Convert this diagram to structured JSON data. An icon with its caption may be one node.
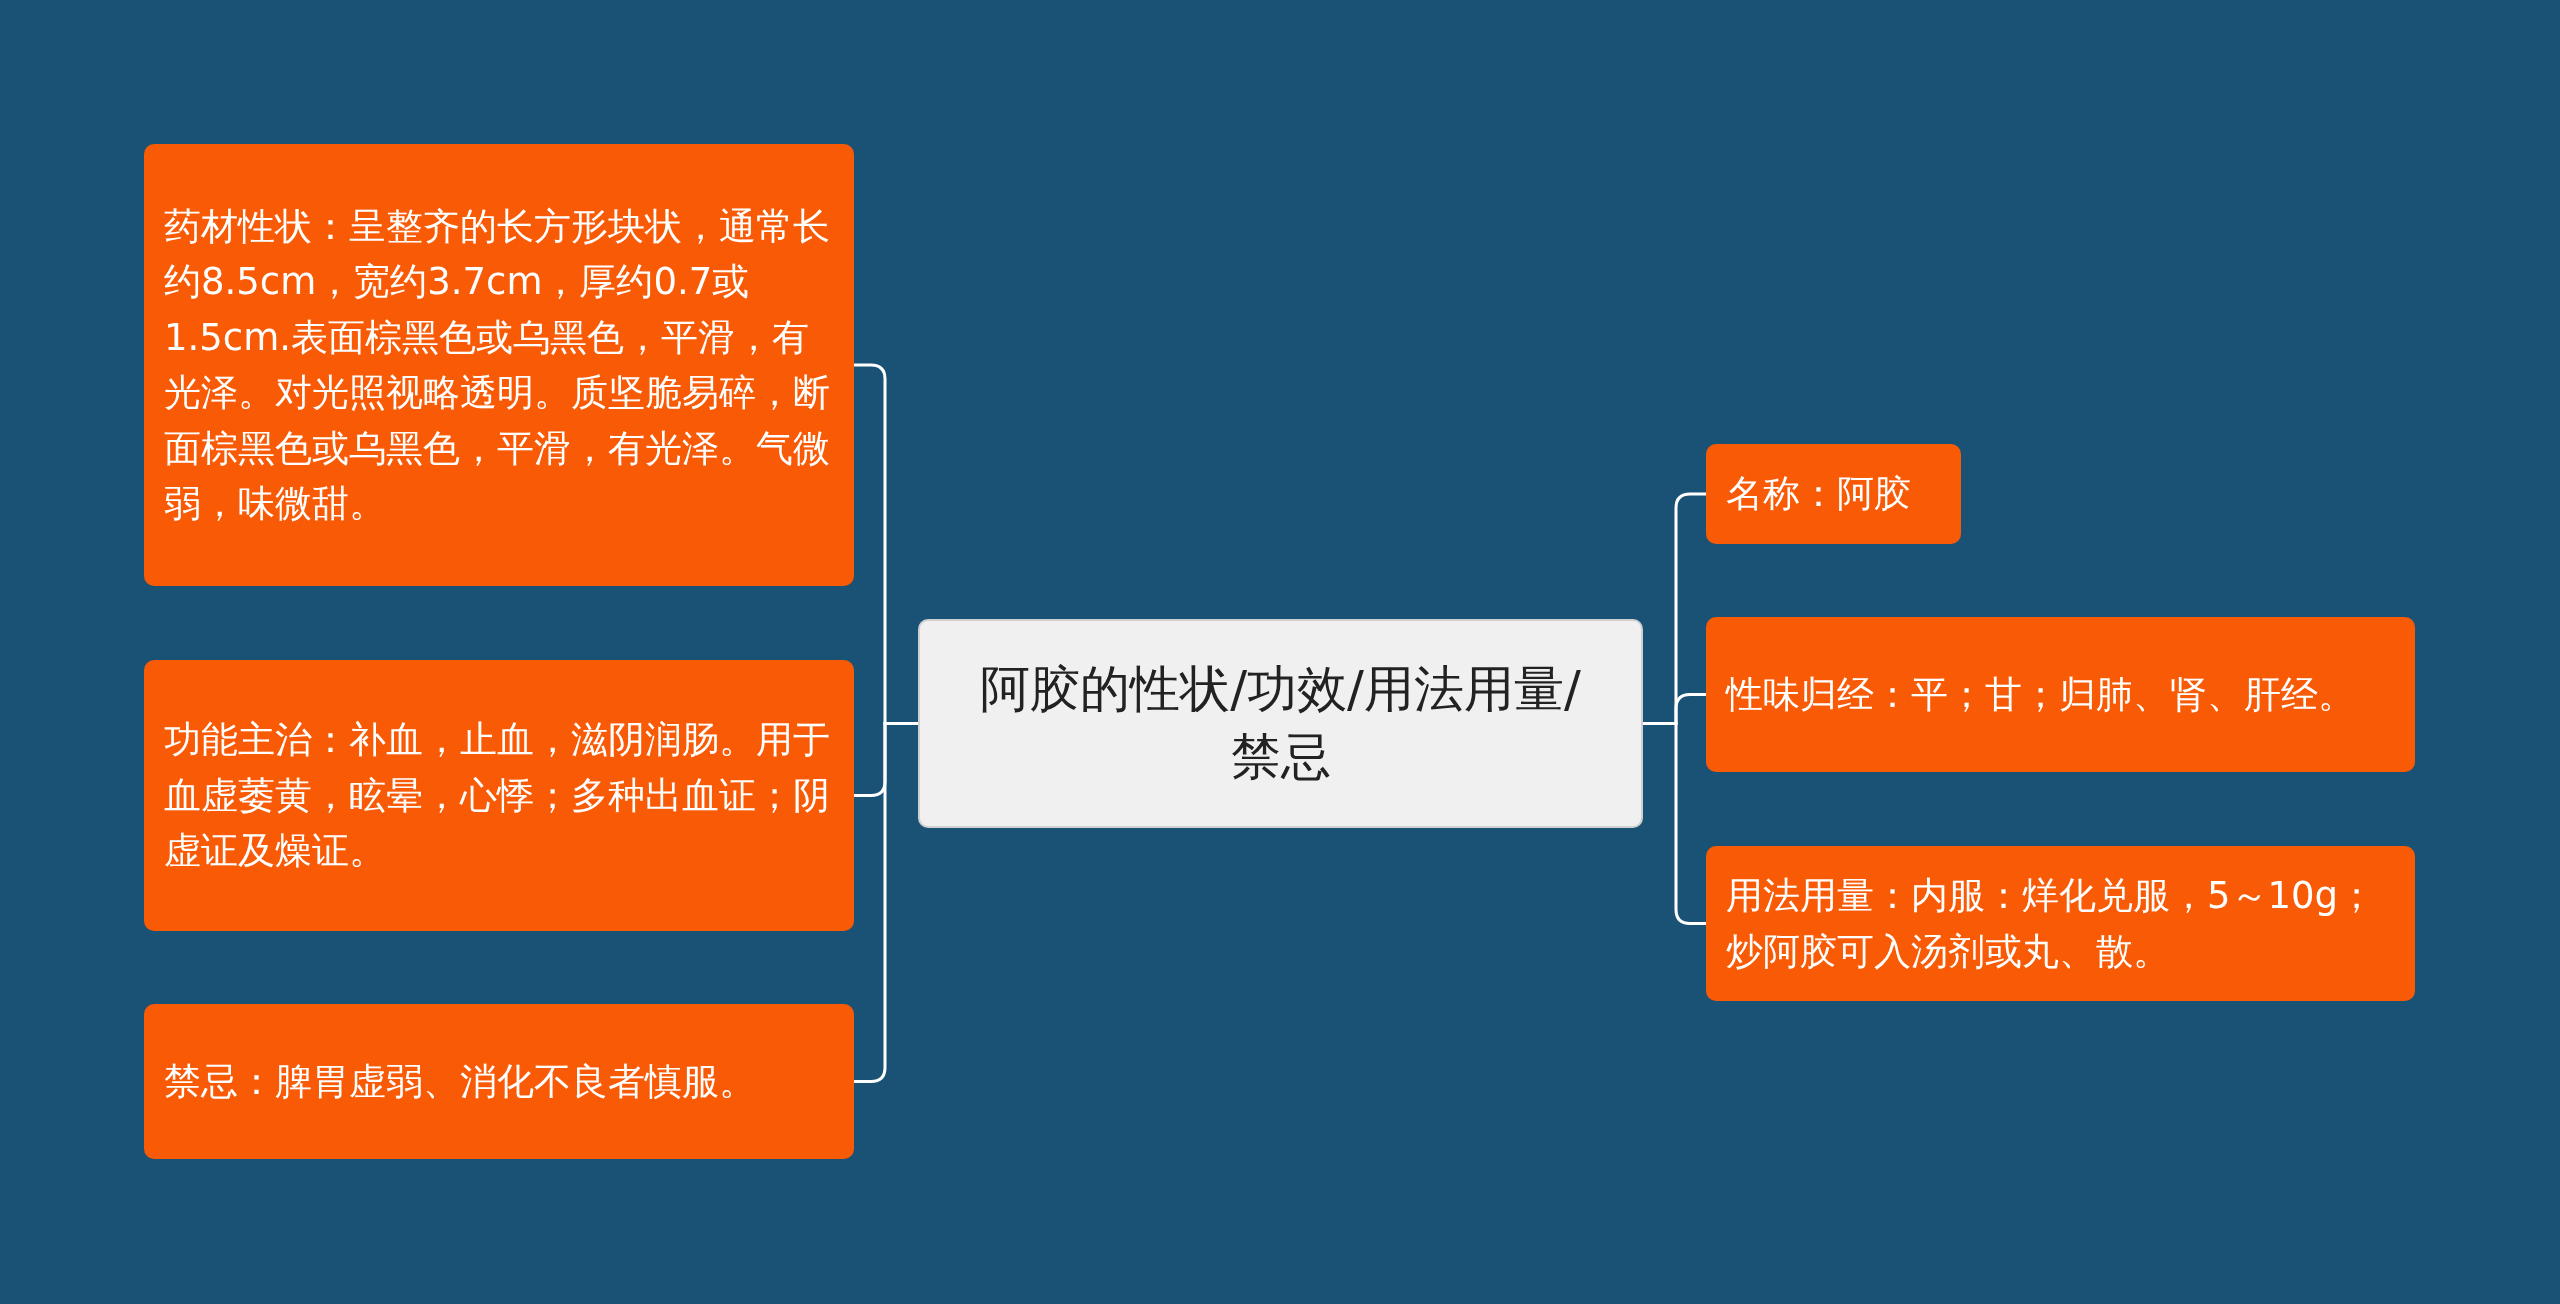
{
  "diagram": {
    "nodes": [
      {
        "text": [
          "阿胶的性状/功效/用法用量/禁忌"
        ]
      },
      {
        "text": [
          "药材性状：呈整齐的长方形块状，通常长约8.5cm，宽约3.7cm，厚约0.7或1.5cm.表面棕黑色或乌黑色，平滑，有光泽。对光照视略透明。质坚脆易碎，断面棕黑色或乌黑色，平滑，有光泽。气微弱，味微甜。"
        ]
      },
      {
        "text": [
          "功能主治：补血，止血，滋阴润肠。用于血虚萎黄，眩晕，心悸；多种出血证；阴虚证及燥证。"
        ]
      },
      {
        "text": [
          "禁忌：脾胃虚弱、消化不良者慎服。"
        ]
      },
      {
        "text": [
          "名称：阿胶"
        ]
      },
      {
        "text": [
          "性味归经：平；甘；归肺、肾、肝经。"
        ]
      },
      {
        "text": [
          "用法用量：内服：烊化兑服，5～10g；炒阿胶可入汤剂或丸、散。"
        ]
      }
    ],
    "edges": [
      {
        "from": 0,
        "to": 1,
        "arrow": "none"
      },
      {
        "from": 0,
        "to": 2,
        "arrow": "none"
      },
      {
        "from": 0,
        "to": 3,
        "arrow": "none"
      },
      {
        "from": 0,
        "to": 4,
        "arrow": "none"
      },
      {
        "from": 0,
        "to": 5,
        "arrow": "none"
      },
      {
        "from": 0,
        "to": 6,
        "arrow": "none"
      }
    ]
  }
}
